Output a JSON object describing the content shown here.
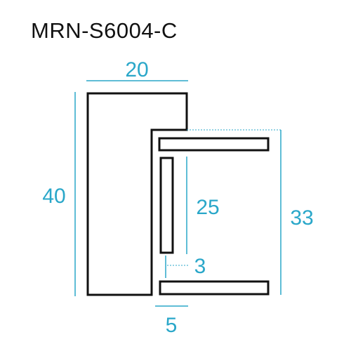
{
  "title": "MRN-S6004-C",
  "colors": {
    "profile": "#111111",
    "dimension": "#2aa7c9"
  },
  "dimensions": {
    "width_top": "20",
    "height_left": "40",
    "inner_height": "25",
    "gap": "3",
    "right_height": "33",
    "bottom_width": "5"
  }
}
